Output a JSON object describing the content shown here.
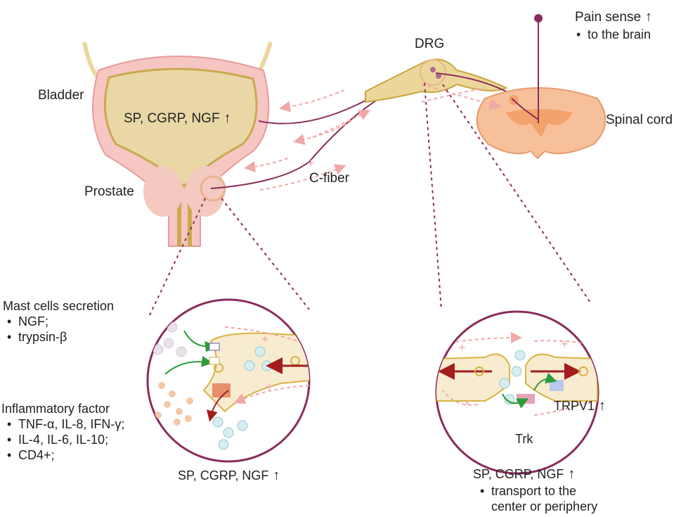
{
  "labels": {
    "bladder": "Bladder",
    "prostate": "Prostate",
    "drg": "DRG",
    "spinal_cord": "Spinal cord",
    "c_fiber": "C-fiber",
    "bladder_markers": "SP, CGRP, NGF",
    "pain_sense": "Pain sense",
    "to_brain": "to the brain",
    "trk": "Trk",
    "trpv1": "TRPV1",
    "left_markers": "SP, CGRP, NGF",
    "right_markers": "SP, CGRP, NGF",
    "transport": [
      "transport to the",
      "center or periphery"
    ]
  },
  "mast_cells": {
    "title": "Mast cells secretion",
    "items": [
      "NGF;",
      "trypsin-β"
    ]
  },
  "inflammatory": {
    "title": "Inflammatory factor",
    "items": [
      "TNF-α, IL-8, IFN-γ;",
      "IL-4, IL-6, IL-10;",
      "CD4+;"
    ]
  },
  "arrow_symbol": "↑",
  "colors": {
    "nerve": "#8b2d5c",
    "bladder_fill": "#e9d8a6",
    "bladder_wall": "#f2b8b5",
    "signal_pink": "#f0a8a8",
    "green_arrow": "#2e9b3a",
    "dark_red_arrow": "#a31d1d"
  }
}
